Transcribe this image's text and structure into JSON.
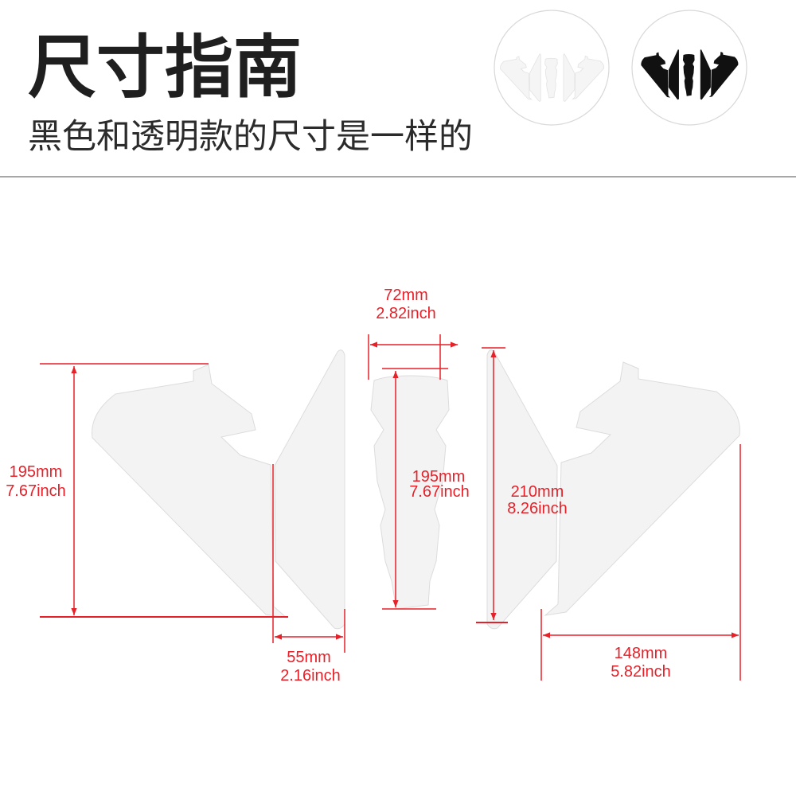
{
  "header": {
    "title": "尺寸指南",
    "subtitle": "黑色和透明款的尺寸是一样的"
  },
  "icons": {
    "clear_variant": "clear-pad-set-icon",
    "black_variant": "black-pad-set-icon"
  },
  "colors": {
    "dimension_red": "#e62129",
    "title_text": "#1f1f1f",
    "divider": "#8a8a8a",
    "pad_black": "#111111"
  },
  "dimensions": {
    "left_pad_height": {
      "mm": "195mm",
      "inch": "7.67inch"
    },
    "left_strip_width": {
      "mm": "55mm",
      "inch": "2.16inch"
    },
    "center_pad_width": {
      "mm": "72mm",
      "inch": "2.82inch"
    },
    "center_pad_height": {
      "mm": "195mm",
      "inch": "7.67inch"
    },
    "right_strip_height": {
      "mm": "210mm",
      "inch": "8.26inch"
    },
    "right_pad_width": {
      "mm": "148mm",
      "inch": "5.82inch"
    }
  }
}
